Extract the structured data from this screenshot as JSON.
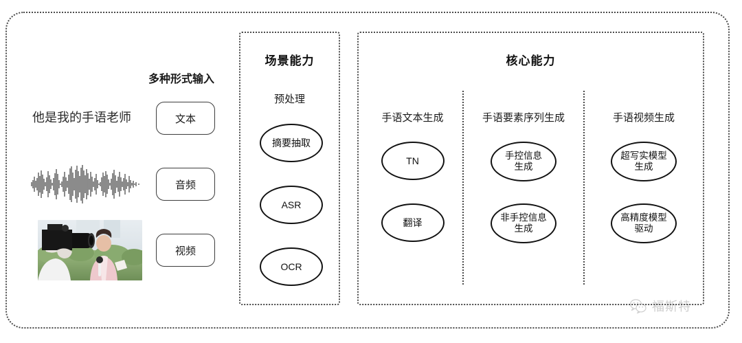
{
  "diagram": {
    "title_hidden": "",
    "input_section": {
      "heading": "多种形式输入",
      "sample_text": "他是我的手语老师",
      "modalities": [
        {
          "label": "文本",
          "icon": "text-icon"
        },
        {
          "label": "音频",
          "icon": "waveform-icon"
        },
        {
          "label": "视频",
          "icon": "video-thumbnail-icon"
        }
      ]
    },
    "scene_panel": {
      "title": "场景能力",
      "subtitle": "预处理",
      "nodes": [
        {
          "label": "摘要抽取"
        },
        {
          "label": "ASR"
        },
        {
          "label": "OCR"
        }
      ]
    },
    "core_panel": {
      "title": "核心能力",
      "columns": [
        {
          "label": "手语文本生成",
          "nodes": [
            {
              "line1": "TN",
              "line2": ""
            },
            {
              "line1": "翻译",
              "line2": ""
            }
          ]
        },
        {
          "label": "手语要素序列生成",
          "nodes": [
            {
              "line1": "手控信息",
              "line2": "生成"
            },
            {
              "line1": "非手控信息",
              "line2": "生成"
            }
          ]
        },
        {
          "label": "手语视频生成",
          "nodes": [
            {
              "line1": "超写实模型",
              "line2": "生成"
            },
            {
              "line1": "高精度模型",
              "line2": "驱动"
            }
          ]
        }
      ]
    },
    "watermark": {
      "text": "福斯特",
      "icon": "wechat-icon"
    },
    "colors": {
      "background": "#ffffff",
      "border": "#4a4a4a",
      "node_outline": "#111111",
      "text": "#1b1b1b",
      "watermark": "#6d6d6d"
    }
  }
}
